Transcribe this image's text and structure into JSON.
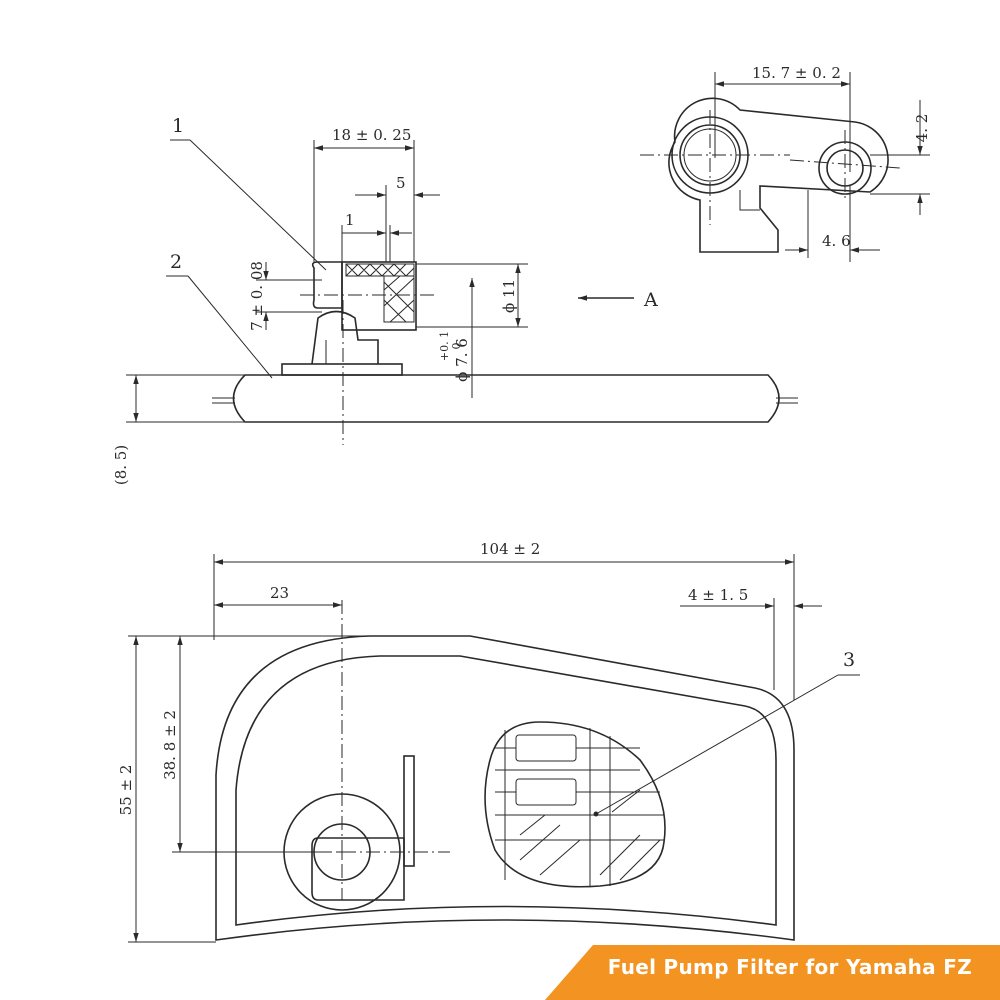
{
  "banner": {
    "title": "Fuel Pump Filter for Yamaha FZ",
    "color": "#f39321"
  },
  "callouts": {
    "part1": "1",
    "part2": "2",
    "part3": "3"
  },
  "view_arrow": "A",
  "dimensions": {
    "top_width": "15. 7 ± 0. 2",
    "top_height": "4. 2",
    "top_small": "4. 6",
    "outlet_length": "18 ± 0. 25",
    "outlet_5": "5",
    "outlet_1": "1",
    "outlet_offset": "7 ± 0. 08",
    "outlet_dia": "ϕ 11",
    "inner_dia": "ϕ 7. 6",
    "inner_tol_upper": "+0. 1",
    "inner_tol_lower": "0",
    "thickness": "(8. 5)",
    "overall_length": "104 ± 2",
    "center_offset": "23",
    "edge_offset": "4 ± 1. 5",
    "center_height": "38. 8 ± 2",
    "overall_height": "55 ± 2"
  }
}
